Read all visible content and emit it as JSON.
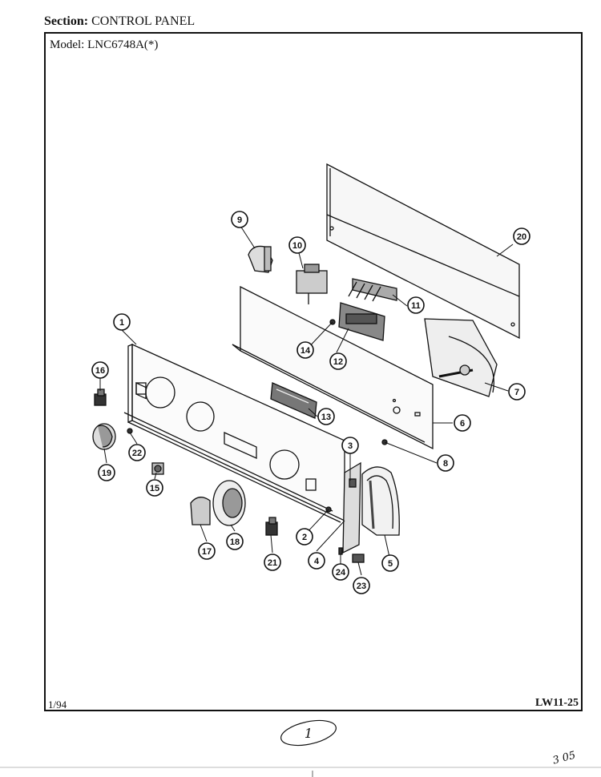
{
  "header": {
    "section_label": "Section:",
    "section_value": "CONTROL PANEL",
    "model_label": "Model:",
    "model_value": "LNC6748A(*)"
  },
  "footer": {
    "date": "1/94",
    "page_code": "LW11-25"
  },
  "handwritten": {
    "circled_mark": "1",
    "corner_mark": "3 05"
  },
  "callouts": [
    {
      "id": "c1",
      "label": "1"
    },
    {
      "id": "c2",
      "label": "2"
    },
    {
      "id": "c3",
      "label": "3"
    },
    {
      "id": "c4",
      "label": "4"
    },
    {
      "id": "c5",
      "label": "5"
    },
    {
      "id": "c6",
      "label": "6"
    },
    {
      "id": "c7",
      "label": "7"
    },
    {
      "id": "c8",
      "label": "8"
    },
    {
      "id": "c9",
      "label": "9"
    },
    {
      "id": "c10",
      "label": "10"
    },
    {
      "id": "c11",
      "label": "11"
    },
    {
      "id": "c12",
      "label": "12"
    },
    {
      "id": "c13",
      "label": "13"
    },
    {
      "id": "c14",
      "label": "14"
    },
    {
      "id": "c15",
      "label": "15"
    },
    {
      "id": "c16",
      "label": "16"
    },
    {
      "id": "c17",
      "label": "17"
    },
    {
      "id": "c18",
      "label": "18"
    },
    {
      "id": "c19",
      "label": "19"
    },
    {
      "id": "c20",
      "label": "20"
    },
    {
      "id": "c21",
      "label": "21"
    },
    {
      "id": "c22",
      "label": "22"
    },
    {
      "id": "c23",
      "label": "23"
    },
    {
      "id": "c24",
      "label": "24"
    }
  ]
}
